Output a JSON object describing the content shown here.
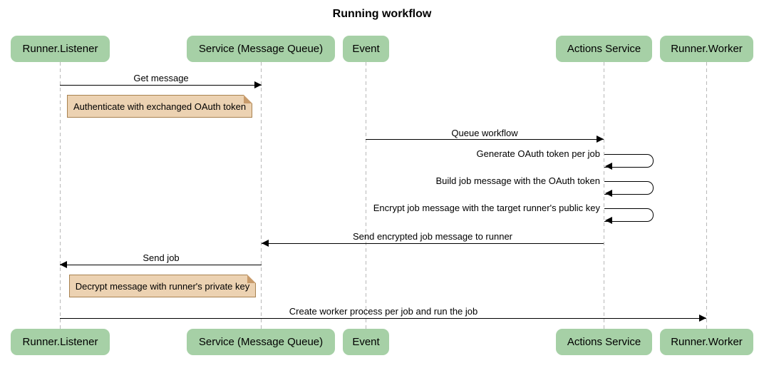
{
  "title": "Running workflow",
  "colors": {
    "actor_fill": "#A6D0A6",
    "note_fill": "#ECD2B2",
    "note_border": "#A88250",
    "lifeline": "#B8B8B8",
    "arrow_line": "#000000",
    "text": "#000000",
    "background": "#FFFFFF"
  },
  "actors": [
    {
      "label": "Runner.Listener"
    },
    {
      "label": "Service (Message Queue)"
    },
    {
      "label": "Event"
    },
    {
      "label": "Actions Service"
    },
    {
      "label": "Runner.Worker"
    }
  ],
  "messages": [
    {
      "label": "Get message",
      "from": "Runner.Listener",
      "to": "Service (Message Queue)",
      "kind": "solid-arrow"
    },
    {
      "label": "Queue workflow",
      "from": "Event",
      "to": "Actions Service",
      "kind": "solid-arrow"
    },
    {
      "label": "Generate OAuth token per job",
      "from": "Actions Service",
      "to": "Actions Service",
      "kind": "self-loop"
    },
    {
      "label": "Build job message with the OAuth token",
      "from": "Actions Service",
      "to": "Actions Service",
      "kind": "self-loop"
    },
    {
      "label": "Encrypt job message with the target runner's public key",
      "from": "Actions Service",
      "to": "Actions Service",
      "kind": "self-loop"
    },
    {
      "label": "Send encrypted job message to runner",
      "from": "Actions Service",
      "to": "Service (Message Queue)",
      "kind": "solid-arrow"
    },
    {
      "label": "Send job",
      "from": "Service (Message Queue)",
      "to": "Runner.Listener",
      "kind": "solid-arrow"
    },
    {
      "label": "Create worker process per job and run the job",
      "from": "Runner.Listener",
      "to": "Runner.Worker",
      "kind": "solid-arrow"
    }
  ],
  "notes": [
    {
      "label": "Authenticate with exchanged OAuth token",
      "over": "Runner.Listener"
    },
    {
      "label": "Decrypt message with runner's private key",
      "over": "Runner.Listener"
    }
  ]
}
